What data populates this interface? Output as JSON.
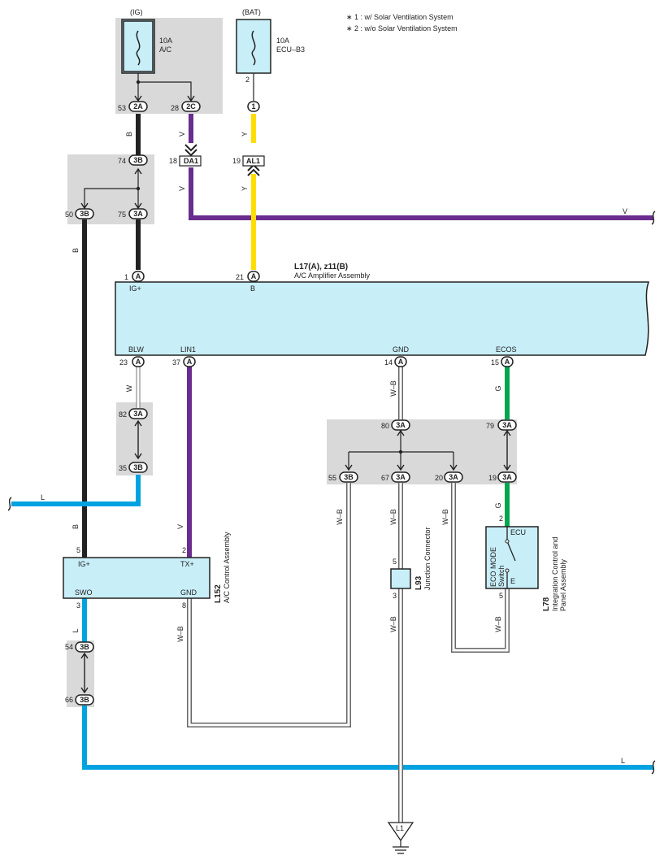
{
  "notes": [
    "∗ 1 : w/ Solar Ventilation System",
    "∗ 2 : w/o Solar Ventilation System"
  ],
  "fuses": {
    "ig": {
      "group": "(IG)",
      "amp": "10A",
      "name": "A/C"
    },
    "bat": {
      "group": "(BAT)",
      "amp": "10A",
      "name": "ECU–B3"
    }
  },
  "wire_colors": {
    "B": "#222222",
    "V": "#6a2c8e",
    "Y": "#ffdd00",
    "L": "#00a3e0",
    "G": "#00a650",
    "W": "#ffffff",
    "W-B": "#ffffff"
  },
  "wire_labels": {
    "B": "B",
    "V": "V",
    "Y": "Y",
    "L": "L",
    "G": "G",
    "W": "W",
    "WB": "W–B"
  },
  "pins": {
    "p53": "53",
    "p28": "28",
    "p2bat": "2",
    "p74": "74",
    "p18": "18",
    "p19": "19",
    "p50": "50",
    "p75": "75",
    "p1": "1",
    "p21": "21",
    "p23": "23",
    "p37": "37",
    "p14": "14",
    "p15": "15",
    "p82": "82",
    "p35": "35",
    "p80": "80",
    "p79": "79",
    "p55": "55",
    "p67": "67",
    "p20": "20",
    "p19b": "19",
    "p5a": "5",
    "p2a": "2",
    "p3": "3",
    "p8": "8",
    "p54": "54",
    "p66": "66",
    "p5jc": "5",
    "p3jc": "3",
    "p2ecu": "2",
    "p5ecu": "5"
  },
  "connectors": {
    "c2A": "2A",
    "c2C": "2C",
    "c1": "1",
    "c3B": "3B",
    "c3A": "3A",
    "cA": "A",
    "DA1": "DA1",
    "AL1": "AL1"
  },
  "amp": {
    "id": "L17(A), z11(B)",
    "name": "A/C Amplifier Assembly",
    "ig": "IG+",
    "b": "B",
    "blw": "BLW",
    "lin": "LIN1",
    "gnd": "GND",
    "ecos": "ECOS"
  },
  "ctrl": {
    "id": "L152",
    "name": "A/C Control Assembly",
    "ig": "IG+",
    "tx": "TX+",
    "swo": "SWO",
    "gnd": "GND"
  },
  "jc": {
    "id": "L93",
    "name": "Junction Connector"
  },
  "panel": {
    "id": "L78",
    "name1": "Integration Control and",
    "name2": "Panel Assembly",
    "sw1": "ECO MODE",
    "sw2": "Switch",
    "ecu": "ECU",
    "e": "E"
  },
  "ground": "L1"
}
